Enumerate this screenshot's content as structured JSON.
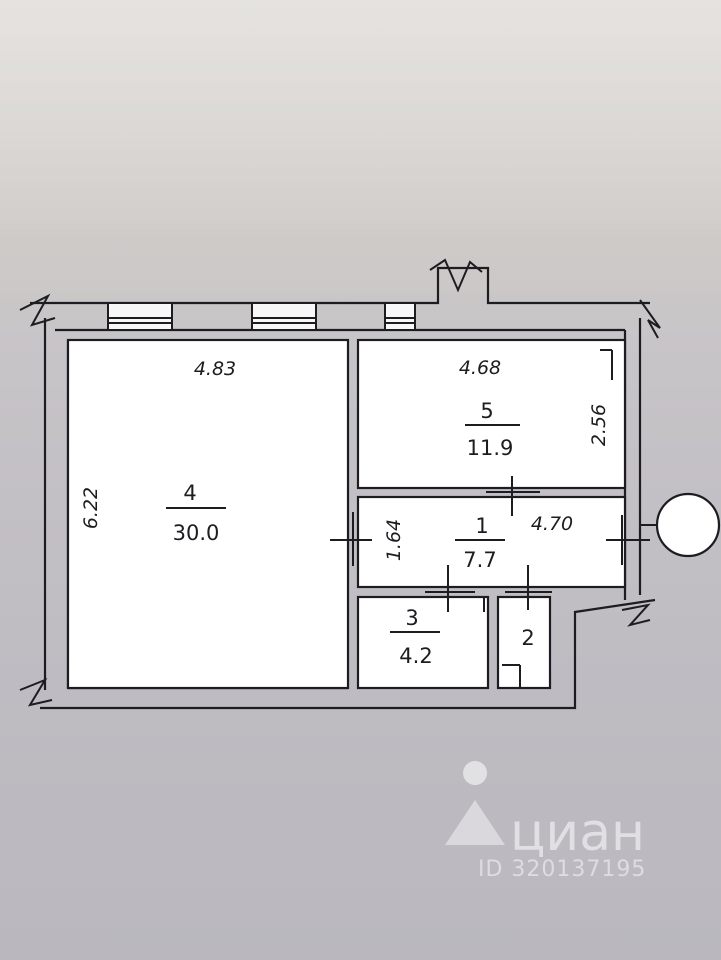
{
  "plan": {
    "rooms": [
      {
        "number": "4",
        "area": "30.0",
        "width": "4.83",
        "length": "6.22"
      },
      {
        "number": "5",
        "area": "11.9",
        "width": "4.68",
        "length": "2.56"
      },
      {
        "number": "1",
        "area": "7.7",
        "width": "4.70",
        "length": "1.64"
      },
      {
        "number": "3",
        "area": "4.2"
      },
      {
        "number": "2"
      }
    ]
  },
  "watermark": {
    "brand": "циан",
    "id_text": "ID 320137195"
  },
  "colors": {
    "paper": "#ffffff",
    "ink": "#1d1d21",
    "wall_fill": "#f6f6f7",
    "background": "#c4c1c6"
  }
}
